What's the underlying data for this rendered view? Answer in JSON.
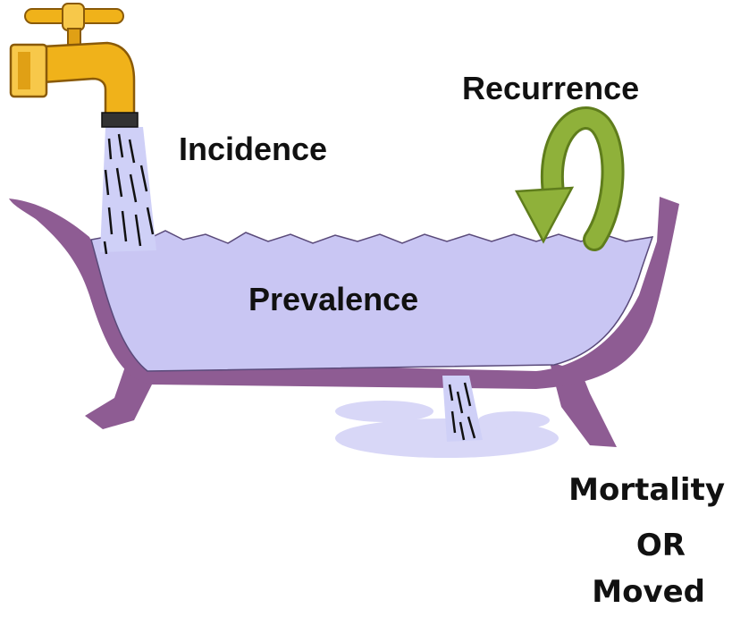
{
  "labels": {
    "incidence": "Incidence",
    "recurrence": "Recurrence",
    "prevalence": "Prevalence",
    "mortality": "Mortality",
    "or": "OR",
    "moved": "Moved"
  },
  "colors": {
    "tub": "#8e5c93",
    "water": "#c9c6f3",
    "water_shadow": "#a9a6e6",
    "faucet": "#f0b21a",
    "faucet_dark": "#b8790a",
    "arrow": "#8fb13a",
    "arrow_dark": "#5f7d1c",
    "stream": "#cfd0f7"
  },
  "icons": [
    "faucet-icon",
    "bathtub-icon",
    "recurrence-arrow-icon",
    "drain-stream-icon",
    "puddle-icon"
  ]
}
